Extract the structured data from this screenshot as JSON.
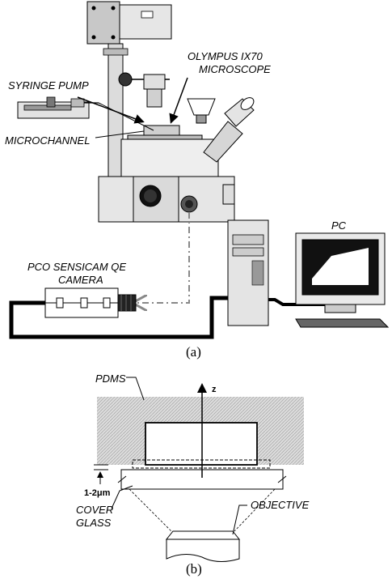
{
  "panel_a": {
    "caption": "(a)",
    "labels": {
      "syringe_pump": "SYRINGE PUMP",
      "microscope_line1": "OLYMPUS IX70",
      "microscope_line2": "MICROSCOPE",
      "microchannel": "MICROCHANNEL",
      "camera_line1": "PCO SENSICAM QE",
      "camera_line2": "CAMERA",
      "pc": "PC"
    }
  },
  "panel_b": {
    "caption": "(b)",
    "labels": {
      "pdms": "PDMS",
      "z_axis": "z",
      "gap": "1-2μm",
      "cover_glass_line1": "COVER",
      "cover_glass_line2": "GLASS",
      "objective": "OBJECTIVE"
    }
  }
}
